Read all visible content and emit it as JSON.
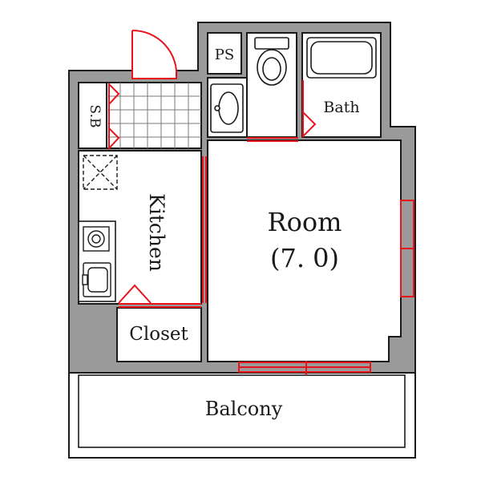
{
  "labels": {
    "ps": "PS",
    "bath": "Bath",
    "sb": "S.B",
    "kitchen": "Kitchen",
    "room": "Room",
    "room_size": "(7. 0)",
    "closet": "Closet",
    "balcony": "Balcony"
  },
  "colors": {
    "wall": "#9a9a9a",
    "outline": "#1a1a1a",
    "accent": "#e8141c",
    "tile_line": "#7a7a7a",
    "background": "#ffffff"
  }
}
